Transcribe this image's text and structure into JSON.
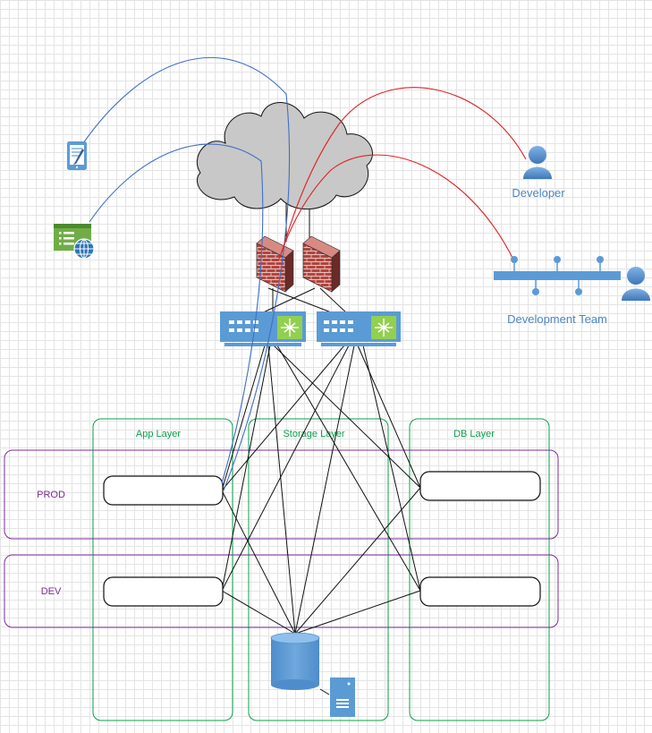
{
  "layers": {
    "app": "App Layer",
    "storage": "Storage Layer",
    "db": "DB Layer"
  },
  "environments": {
    "prod": "PROD",
    "dev": "DEV"
  },
  "actors": {
    "developer": "Developer",
    "team": "Development Team"
  },
  "colors": {
    "layer_border": "#0aa14a",
    "environment_border": "#7a2d96",
    "device_blue": "#5b9bd5",
    "user_link": "#e02020",
    "client_link": "#3f6fc4",
    "cloud_fill": "#c8c8c8",
    "firewall_red": "#a83a35"
  }
}
